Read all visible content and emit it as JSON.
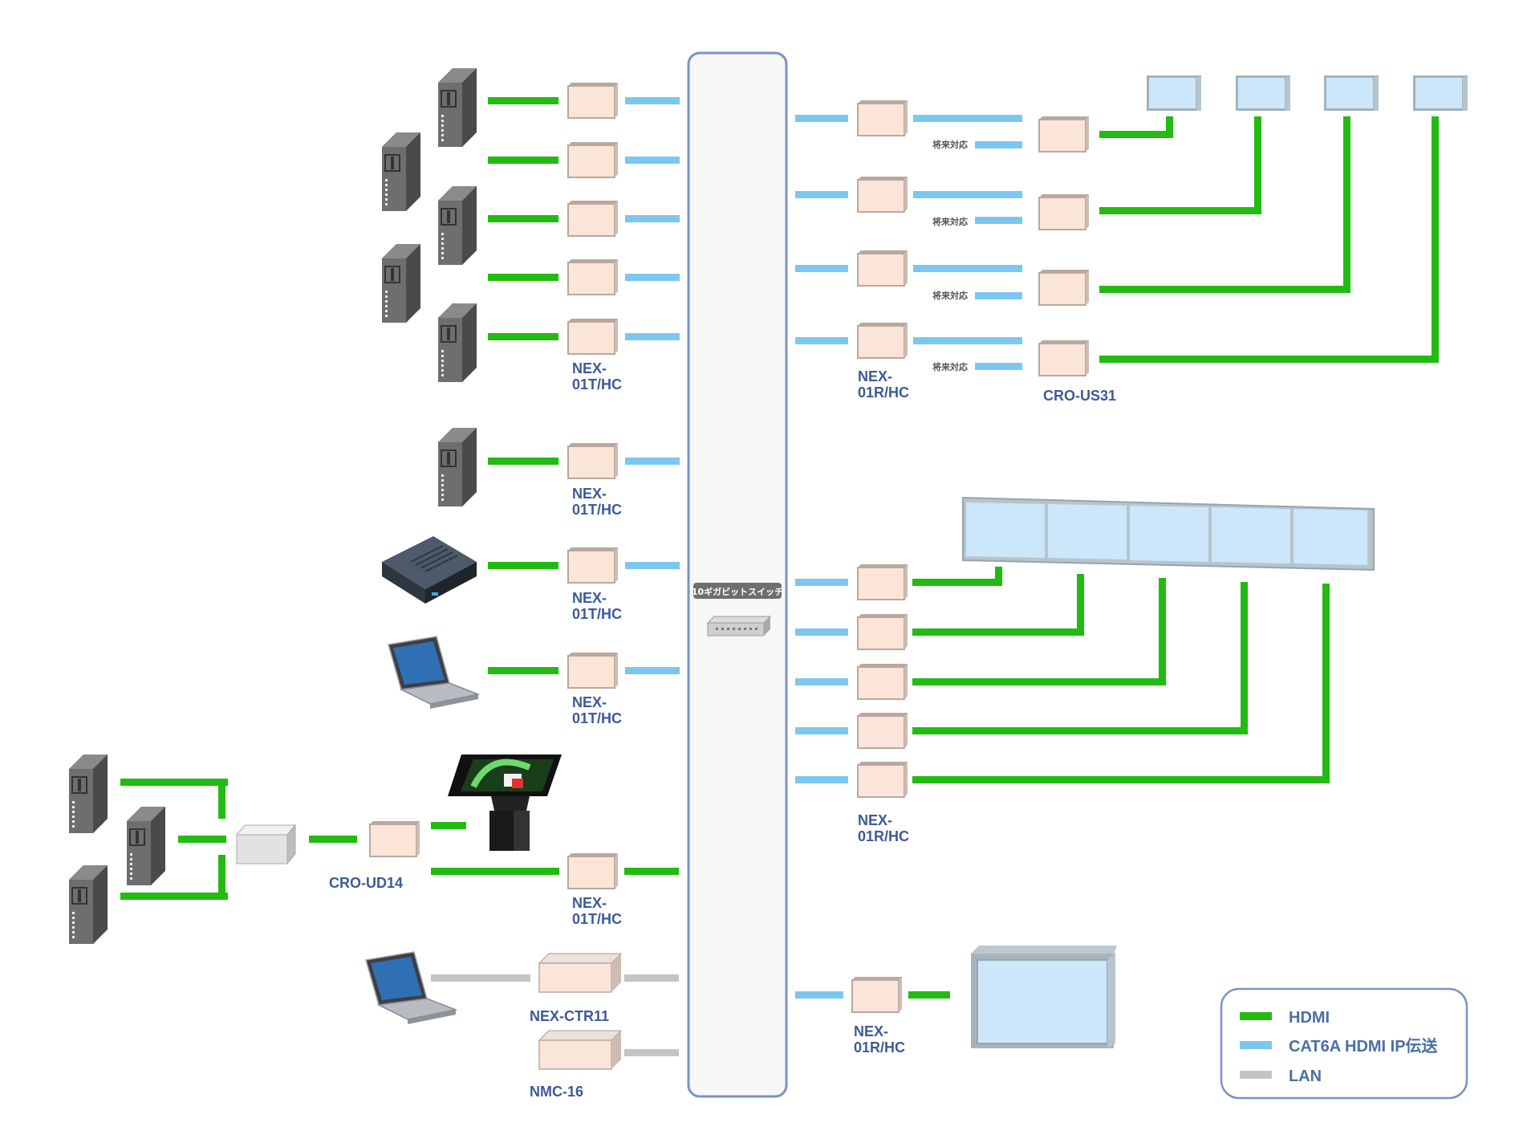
{
  "colors": {
    "hdmi": "#22bb11",
    "cat6a": "#7cc7f0",
    "lan": "#c4c4c4",
    "box_fill": "#fbe4d8",
    "box_stroke": "#b9a89e",
    "switch_border": "#7b93c4",
    "label": "#3d5a9a",
    "screen": "#cce6fa"
  },
  "labels": {
    "nex_01t": [
      "NEX-",
      "01T/HC"
    ],
    "nex_01r": [
      "NEX-",
      "01R/HC"
    ],
    "cro_us31": "CRO-US31",
    "cro_ud14": "CRO-UD14",
    "nex_ctr11": "NEX-CTR11",
    "nmc16": "NMC-16",
    "future": "将来対応",
    "switch": "10ギガビットスイッチ"
  },
  "legend": [
    {
      "key": "hdmi",
      "label": "HDMI"
    },
    {
      "key": "cat6a",
      "label": "CAT6A HDMI IP伝送"
    },
    {
      "key": "lan",
      "label": "LAN"
    }
  ],
  "icons": [
    "tower-pc-icon",
    "set-top-box-icon",
    "laptop-icon",
    "touch-table-icon",
    "network-switch-icon",
    "monitor-icon",
    "video-wall-icon",
    "large-display-icon"
  ]
}
